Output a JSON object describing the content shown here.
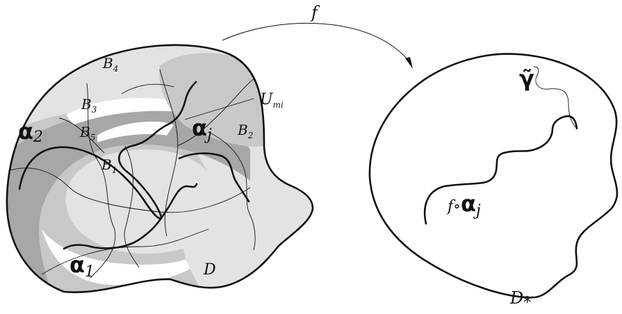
{
  "map_label": "f",
  "left_domain": {
    "label": "D",
    "regions": [
      "B",
      "B",
      "B",
      "B",
      "B"
    ],
    "region_subscripts": [
      "4",
      "3",
      "5",
      "1",
      "2"
    ],
    "set_label": "U",
    "set_subscript": "mi",
    "curves": [
      {
        "symbol": "α",
        "subscript": "2"
      },
      {
        "symbol": "α",
        "subscript": "j"
      },
      {
        "symbol": "α",
        "subscript": "1"
      }
    ]
  },
  "right_domain": {
    "label": "D",
    "label_subscript": "*",
    "boundary_curve": "γ̃",
    "image_curve_prefix": "f∘",
    "image_curve_symbol": "α",
    "image_curve_subscript": "j"
  },
  "colors": {
    "light_gray": "#e3e3e3",
    "mid_gray": "#c8c8c8",
    "dark_gray": "#a7a7a7",
    "stroke": "#111111"
  }
}
